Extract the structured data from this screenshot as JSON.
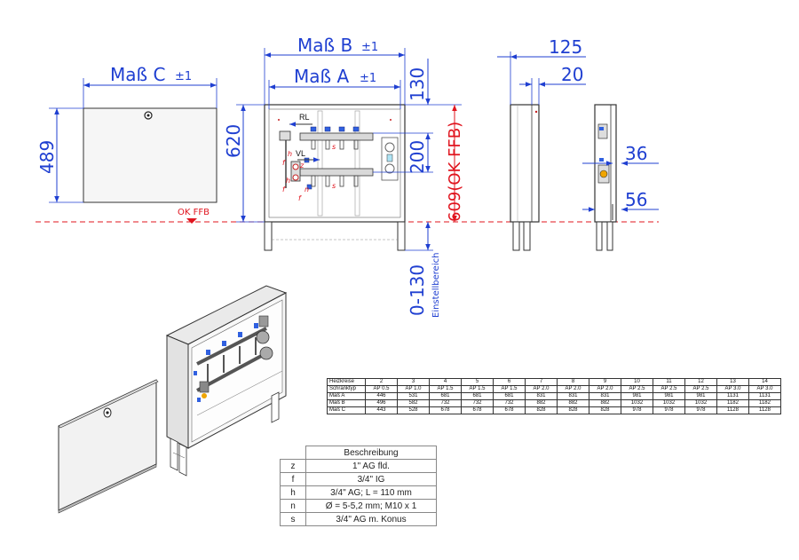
{
  "dims": {
    "mass_b": "Maß B",
    "mass_a": "Maß A",
    "mass_c": "Maß C",
    "tol": "±1",
    "d125": "125",
    "d20": "20",
    "d130": "130",
    "d620": "620",
    "d489": "489",
    "d200": "200",
    "d609": "609(OK FFB)",
    "d36": "36",
    "d56": "56",
    "d0_130": "0-130",
    "einstellbereich": "Einstellbereich",
    "ok_ffb": "OK FFB",
    "rl": "RL",
    "vl": "VL"
  },
  "callouts": {
    "z": "z",
    "h": "h",
    "f": "f",
    "n": "n",
    "s": "s"
  },
  "sizes_table": {
    "rows": [
      {
        "label": "Heizkreise",
        "values": [
          "2",
          "3",
          "4",
          "5",
          "6",
          "7",
          "8",
          "9",
          "10",
          "11",
          "12",
          "13",
          "14"
        ]
      },
      {
        "label": "Schranktyp",
        "values": [
          "AP 0.5",
          "AP 1.0",
          "AP 1.5",
          "AP 1.5",
          "AP 1.5",
          "AP 2.0",
          "AP 2.0",
          "AP 2.0",
          "AP 2.5",
          "AP 2.5",
          "AP 2.5",
          "AP 3.0",
          "AP 3.0"
        ]
      },
      {
        "label": "Maß A",
        "values": [
          "446",
          "531",
          "681",
          "681",
          "681",
          "831",
          "831",
          "831",
          "981",
          "981",
          "981",
          "1131",
          "1131"
        ]
      },
      {
        "label": "Maß B",
        "values": [
          "496",
          "582",
          "732",
          "732",
          "732",
          "882",
          "882",
          "882",
          "1032",
          "1032",
          "1032",
          "1182",
          "1182"
        ]
      },
      {
        "label": "Maß C",
        "values": [
          "443",
          "528",
          "678",
          "678",
          "678",
          "828",
          "828",
          "828",
          "978",
          "978",
          "978",
          "1128",
          "1128"
        ]
      }
    ]
  },
  "legend": {
    "title": "Beschreibung",
    "rows": [
      {
        "key": "z",
        "value": "1\" AG fld."
      },
      {
        "key": "f",
        "value": "3/4\" IG"
      },
      {
        "key": "h",
        "value": "3/4\" AG; L = 110 mm"
      },
      {
        "key": "n",
        "value": "Ø = 5-5,2 mm; M10 x 1"
      },
      {
        "key": "s",
        "value": "3/4\" AG m. Konus"
      }
    ]
  }
}
